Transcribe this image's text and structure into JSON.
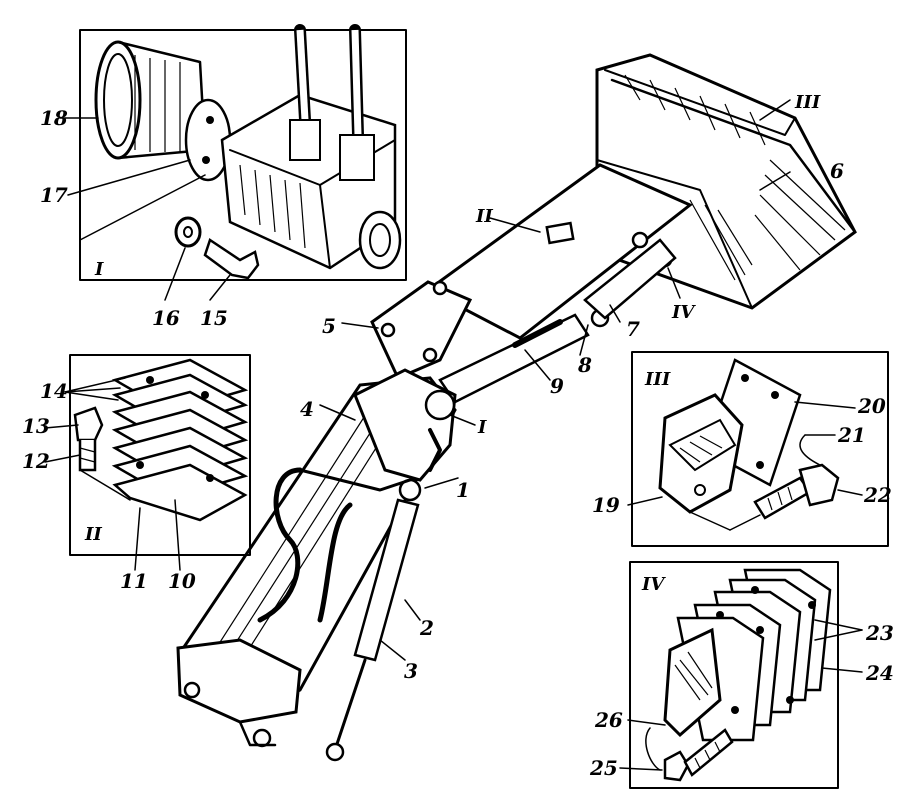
{
  "labels": {
    "n1": "1",
    "n2": "2",
    "n3": "3",
    "n4": "4",
    "n5": "5",
    "n6": "6",
    "n7": "7",
    "n8": "8",
    "n9": "9",
    "n10": "10",
    "n11": "11",
    "n12": "12",
    "n13": "13",
    "n14": "14",
    "n15": "15",
    "n16": "16",
    "n17": "17",
    "n18": "18",
    "n19": "19",
    "n20": "20",
    "n21": "21",
    "n22": "22",
    "n23": "23",
    "n24": "24",
    "n25": "25",
    "n26": "26",
    "rI_main": "I",
    "rII_main": "II",
    "rIII_main": "III",
    "rIV_main": "IV",
    "rI_inset": "I",
    "rII_inset": "II",
    "rIII_inset": "III",
    "rIV_inset": "IV"
  }
}
